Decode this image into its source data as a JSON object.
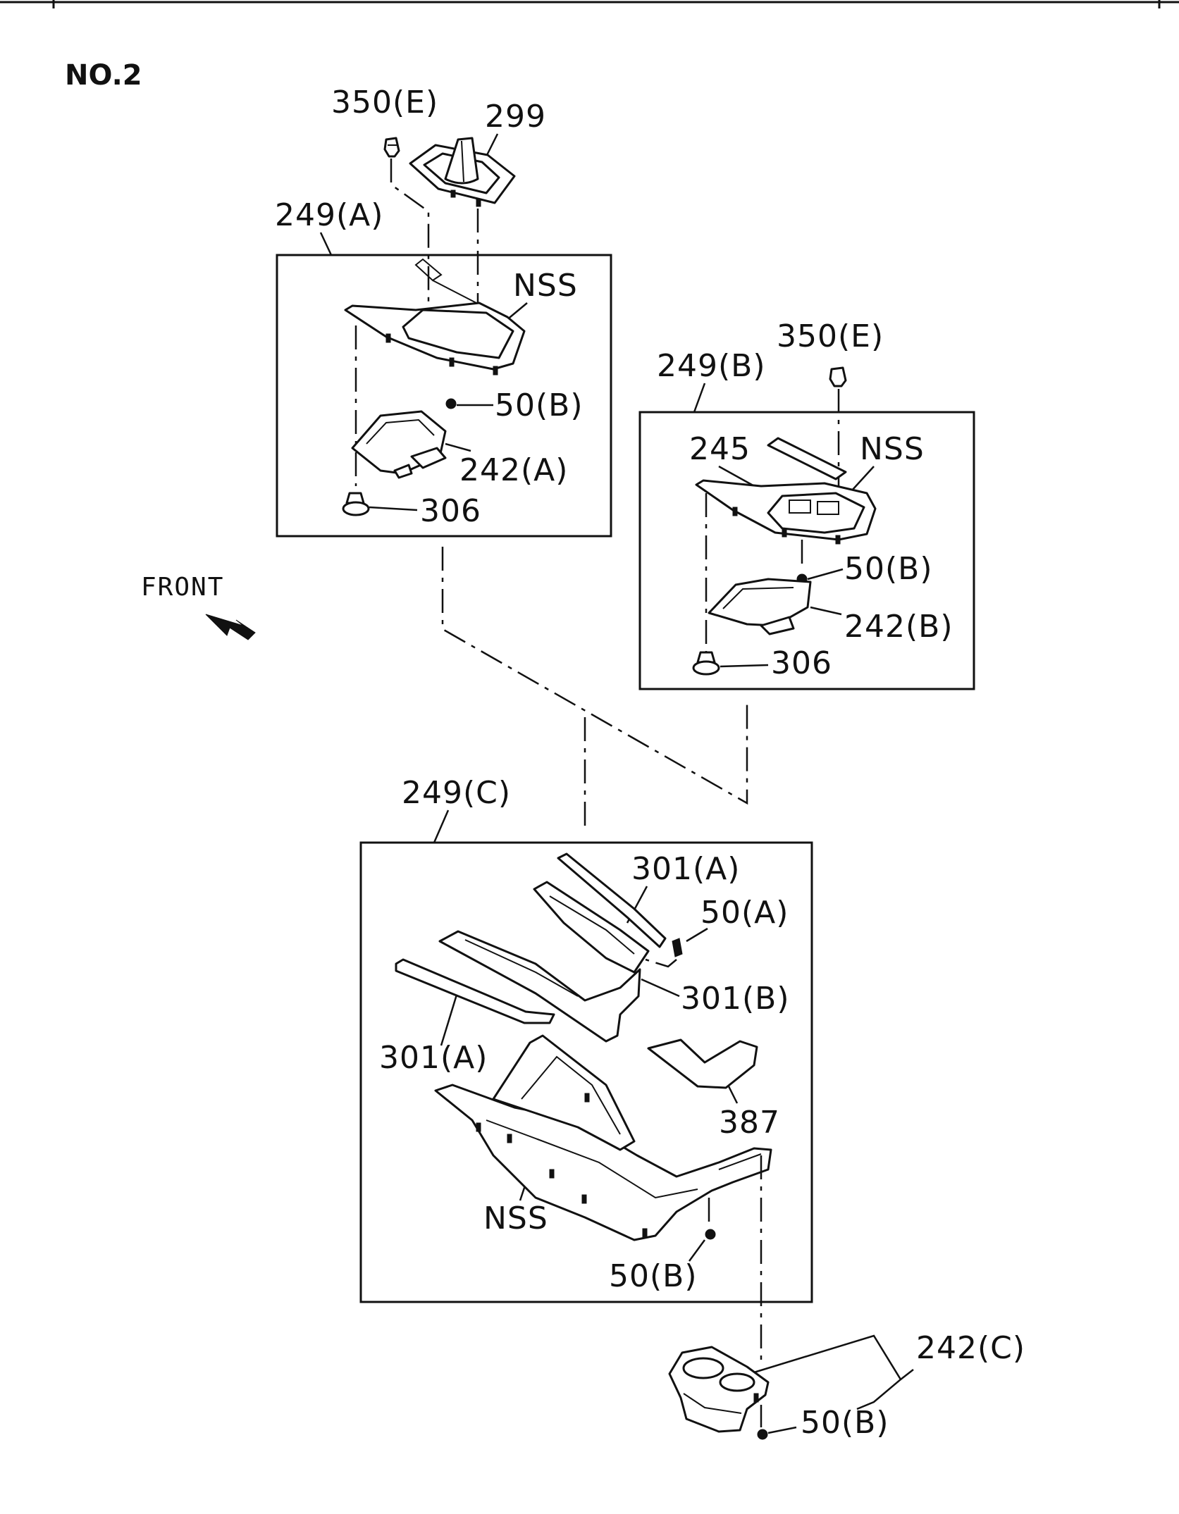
{
  "page_title": "NO.2",
  "front_label": "FRONT",
  "groups": {
    "a": {
      "label": "249(A)"
    },
    "b": {
      "label": "249(B)"
    },
    "c": {
      "label": "249(C)"
    }
  },
  "callouts": {
    "a_clip": "350(E)",
    "boot": "299",
    "a_nss": "NSS",
    "a_50b": "50(B)",
    "a_242": "242(A)",
    "a_306": "306",
    "b_clip": "350(E)",
    "b_245": "245",
    "b_nss": "NSS",
    "b_50b": "50(B)",
    "b_242": "242(B)",
    "b_306": "306",
    "c_301a_top": "301(A)",
    "c_50a": "50(A)",
    "c_301b": "301(B)",
    "c_301a_left": "301(A)",
    "c_387": "387",
    "c_nss": "NSS",
    "c_50b": "50(B)",
    "cup_242c": "242(C)",
    "cup_50b": "50(B)"
  }
}
